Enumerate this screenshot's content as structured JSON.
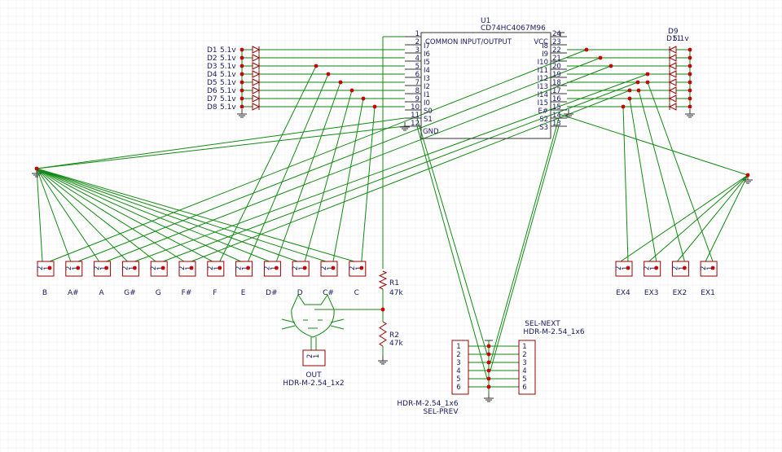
{
  "chip": {
    "ref": "U1",
    "part": "CD74HC4067M96",
    "common_label": "COMMON INPUT/OUTPUT",
    "vcc_label": "VCC",
    "gnd_label": "GND",
    "left_pins": [
      {
        "num": "1",
        "name": ""
      },
      {
        "num": "2",
        "name": "I7"
      },
      {
        "num": "3",
        "name": "I6"
      },
      {
        "num": "4",
        "name": "I5"
      },
      {
        "num": "5",
        "name": "I4"
      },
      {
        "num": "6",
        "name": "I3"
      },
      {
        "num": "7",
        "name": "I2"
      },
      {
        "num": "8",
        "name": "I1"
      },
      {
        "num": "9",
        "name": "I0"
      },
      {
        "num": "10",
        "name": "S0"
      },
      {
        "num": "11",
        "name": "S1"
      },
      {
        "num": "12",
        "name": ""
      }
    ],
    "right_pins": [
      {
        "num": "24",
        "name": ""
      },
      {
        "num": "23",
        "name": "I8"
      },
      {
        "num": "22",
        "name": "I9"
      },
      {
        "num": "21",
        "name": "I10"
      },
      {
        "num": "20",
        "name": "I11"
      },
      {
        "num": "19",
        "name": "I12"
      },
      {
        "num": "18",
        "name": "I13"
      },
      {
        "num": "17",
        "name": "I14"
      },
      {
        "num": "16",
        "name": "I15"
      },
      {
        "num": "15",
        "name": "E#"
      },
      {
        "num": "14",
        "name": "S2"
      },
      {
        "num": "13",
        "name": "S3"
      }
    ]
  },
  "diodes_left": [
    {
      "ref": "D1",
      "val": "5.1v"
    },
    {
      "ref": "D2",
      "val": "5.1v"
    },
    {
      "ref": "D3",
      "val": "5.1v"
    },
    {
      "ref": "D4",
      "val": "5.1v"
    },
    {
      "ref": "D5",
      "val": "5.1v"
    },
    {
      "ref": "D6",
      "val": "5.1v"
    },
    {
      "ref": "D7",
      "val": "5.1v"
    },
    {
      "ref": "D8",
      "val": "5.1v"
    }
  ],
  "diodes_right": {
    "ref_top": "D9",
    "ref_2": "D11",
    "val": "5.1v"
  },
  "note_headers": [
    "B",
    "A#",
    "A",
    "G#",
    "G",
    "F#",
    "F",
    "E",
    "D#",
    "D",
    "C#",
    "C"
  ],
  "ex_headers": [
    "EX4",
    "EX3",
    "EX2",
    "EX1"
  ],
  "pin_nums": {
    "one": "1",
    "two": "2"
  },
  "resistors": [
    {
      "ref": "R1",
      "val": "47k"
    },
    {
      "ref": "R2",
      "val": "47k"
    }
  ],
  "out_header": {
    "ref": "OUT",
    "part": "HDR-M-2.54_1x2"
  },
  "sel_prev": {
    "ref": "SEL-PREV",
    "part": "HDR-M-2.54_1x6"
  },
  "sel_next": {
    "ref": "SEL-NEXT",
    "part": "HDR-M-2.54_1x6"
  },
  "sel_pins": [
    "1",
    "2",
    "3",
    "4",
    "5",
    "6"
  ],
  "colors": {
    "wire": "#118a11",
    "junction": "#cc0000",
    "body": "#9a0000",
    "ink": "#1a1a60",
    "grid": "#ececec"
  }
}
